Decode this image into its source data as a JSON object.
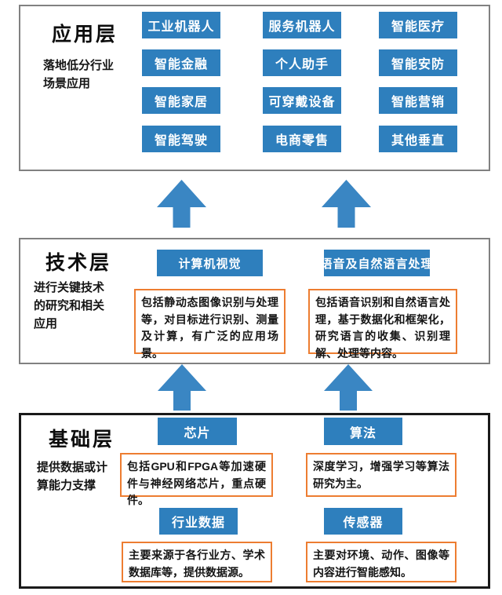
{
  "colors": {
    "node_blue": "#2e7fbd",
    "arrow_blue": "#3a86c3",
    "orange_border": "#ed7d31",
    "box_border_gray": "#818181",
    "box_border_black": "#1a1a1a"
  },
  "layers": {
    "application": {
      "title": "应用层",
      "subtitle_lines": [
        "落地低分行业",
        "场景应用"
      ],
      "buttons": [
        "工业机器人",
        "服务机器人",
        "智能医疗",
        "智能金融",
        "个人助手",
        "智能安防",
        "智能家居",
        "可穿戴设备",
        "智能营销",
        "智能驾驶",
        "电商零售",
        "其他垂直"
      ]
    },
    "technology": {
      "title": "技术层",
      "subtitle_lines": [
        "进行关键技术",
        "的研究和相关",
        "应用"
      ],
      "items": [
        {
          "label": "计算机视觉",
          "desc": "包括静动态图像识别与处理等，对目标进行识别、测量及计算，有广泛的应用场景。"
        },
        {
          "label": "语音及自然语言处理",
          "desc": "包括语音识别和自然语言处理，基于数据化和框架化，研究语言的收集、识别理解、处理等内容。"
        }
      ]
    },
    "foundation": {
      "title": "基础层",
      "subtitle_lines": [
        "提供数据或计",
        "算能力支撑"
      ],
      "items": [
        {
          "label": "芯片",
          "desc": "包括GPU和FPGA等加速硬件与神经网络芯片，重点硬件。"
        },
        {
          "label": "算法",
          "desc": "深度学习，增强学习等算法研究为主。"
        },
        {
          "label": "行业数据",
          "desc": "主要来源于各行业方、学术数据库等，提供数据源。"
        },
        {
          "label": "传感器",
          "desc": "主要对环境、动作、图像等内容进行智能感知。"
        }
      ]
    },
    "arrow_icon": "up-arrow"
  }
}
